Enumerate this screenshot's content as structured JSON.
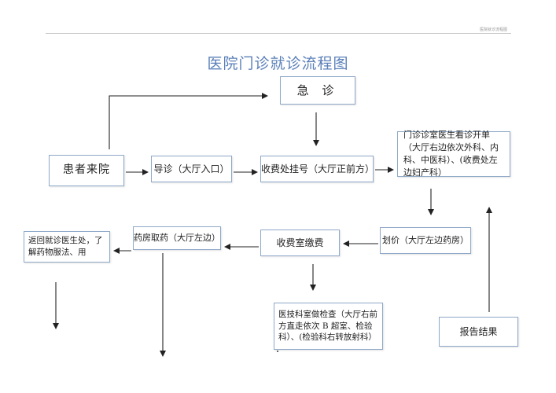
{
  "header": {
    "tag": "医院就诊流程图",
    "title": "医院门诊就诊流程图"
  },
  "boxes": {
    "emergency": "急 诊",
    "patient": "患者来院",
    "guide": "导诊（大厅入口）",
    "register": "收费处挂号（大厅正前方）",
    "outpatient": "门诊诊室医生看诊开单（大厅右边依次外科、内科、中医科）、(收费处左边妇产科）",
    "pricing": "划价（大厅左边药房）",
    "payment": "收费室缴费",
    "pharmacy": "药房取药（大厅左边）",
    "return_doctor": "返回就诊医生处，了解药物服法、用",
    "tech_exam": "医技科室做检查（大厅右前方直走依次 B 超室、检验科）、(检验科右转放射科）",
    "report": "报告结果"
  },
  "colors": {
    "title": "#5a7fb8",
    "box_border": "#8fa9c9",
    "arrow": "#222222"
  }
}
